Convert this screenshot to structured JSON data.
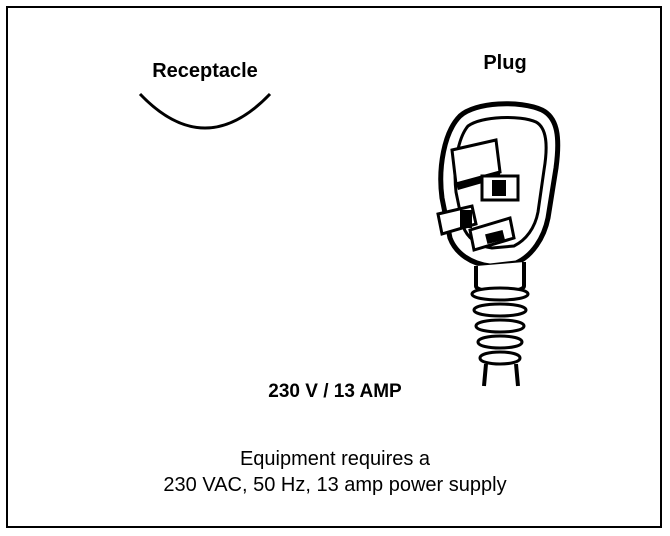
{
  "labels": {
    "receptacle": "Receptacle",
    "plug": "Plug"
  },
  "rating": "230 V / 13 AMP",
  "description": {
    "line1": "Equipment requires a",
    "line2": "230 VAC, 50 Hz, 13 amp power supply"
  },
  "colors": {
    "ink": "#000000",
    "paper": "#ffffff"
  },
  "icons": {
    "receptacle": "receptacle-arc-icon",
    "plug": "uk-13a-plug-icon"
  }
}
